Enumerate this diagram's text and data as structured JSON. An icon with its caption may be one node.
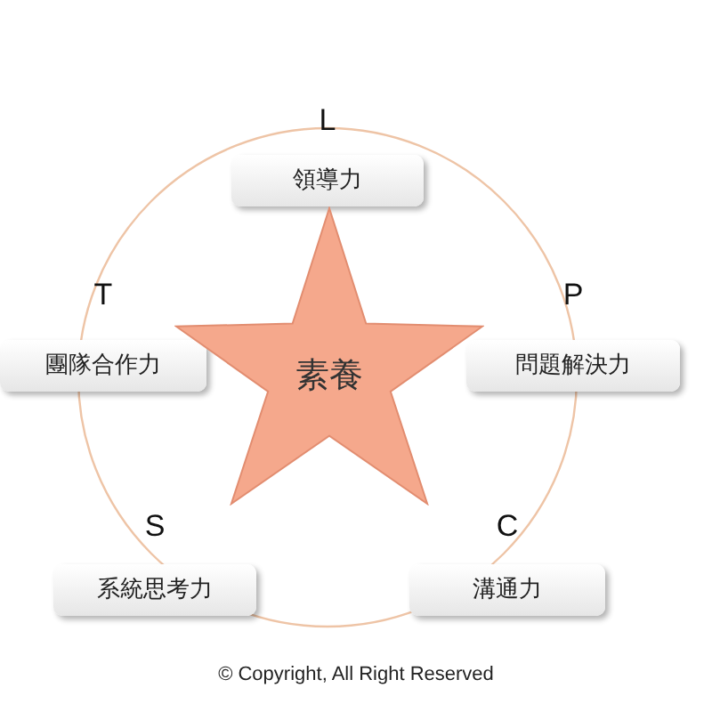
{
  "diagram": {
    "nodes": [
      {
        "text": [
          "L",
          "領導力"
        ]
      },
      {
        "text": [
          "T",
          "團隊合作力"
        ]
      },
      {
        "text": [
          "P",
          "問題解決力"
        ]
      },
      {
        "text": [
          "素養"
        ]
      },
      {
        "text": [
          "S",
          "系統思考力"
        ]
      },
      {
        "text": [
          "C",
          "溝通力"
        ]
      }
    ],
    "labels": [
      "© Copyright, All Right Reserved"
    ]
  }
}
